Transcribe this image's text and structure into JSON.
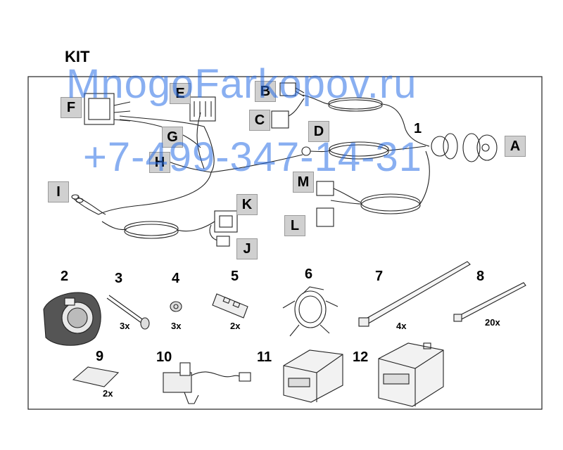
{
  "title": "KIT",
  "cable_labels": {
    "A": "A",
    "B": "B",
    "C": "C",
    "D": "D",
    "E": "E",
    "F": "F",
    "G": "G",
    "H": "H",
    "I": "I",
    "J": "J",
    "K": "K",
    "L": "L",
    "M": "M"
  },
  "item_numbers": {
    "n1": "1",
    "n2": "2",
    "n3": "3",
    "n4": "4",
    "n5": "5",
    "n6": "6",
    "n7": "7",
    "n8": "8",
    "n9": "9",
    "n10": "10",
    "n11": "11",
    "n12": "12"
  },
  "quantities": {
    "bolt": "3x",
    "nut": "3x",
    "connector": "2x",
    "tie": "4x",
    "small_tie": "20x",
    "pad": "2x"
  },
  "watermark": {
    "site": "MnogoFarkopov.ru",
    "phone": "+7-499-347-14-31",
    "color": "#2f6fe6"
  },
  "colors": {
    "label_bg": "#d0d0d0",
    "line": "#222222"
  }
}
